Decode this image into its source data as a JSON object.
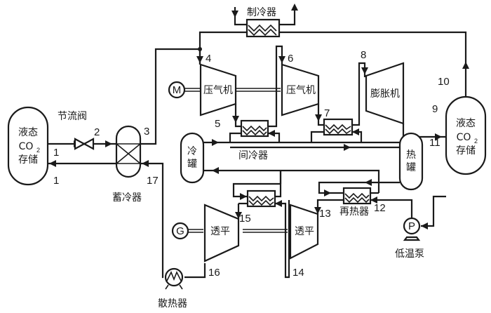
{
  "components": {
    "lco2_tank_left": {
      "line1": "液态",
      "line2": "CO",
      "sub": "2",
      "line3": "存储"
    },
    "lco2_tank_right": {
      "line1": "液态",
      "line2": "CO",
      "sub": "2",
      "line3": "存储"
    },
    "throttle_valve": "节流阀",
    "cold_accumulator": "蓄冷器",
    "chiller": "制冷器",
    "compressor_1": "压气机",
    "compressor_2": "压气机",
    "motor": "M",
    "expander": "膨胀机",
    "intercooler": "间冷器",
    "cold_tank": {
      "line1": "冷",
      "line2": "罐"
    },
    "hot_tank": {
      "line1": "热",
      "line2": "罐"
    },
    "turbine_1": "透平",
    "turbine_2": "透平",
    "generator": "G",
    "reheater": "再热器",
    "pump": "P",
    "pump_label": "低温泵",
    "radiator": "散热器"
  },
  "state_points": [
    "1",
    "1",
    "2",
    "3",
    "4",
    "5",
    "6",
    "7",
    "8",
    "9",
    "10",
    "11",
    "12",
    "13",
    "14",
    "15",
    "16",
    "17"
  ]
}
